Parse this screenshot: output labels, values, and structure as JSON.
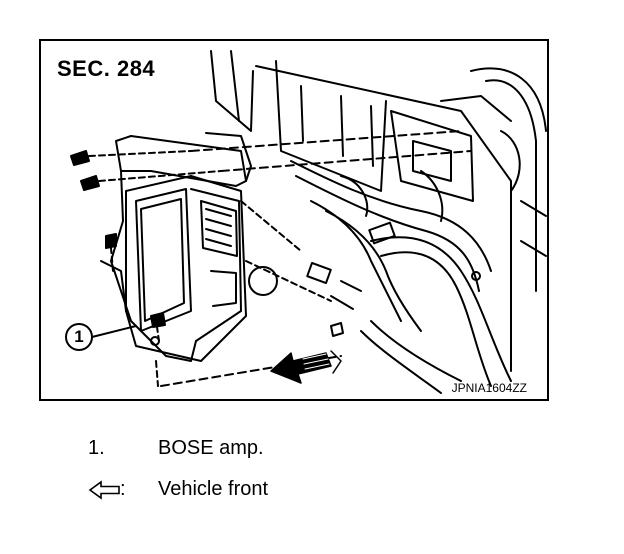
{
  "diagram": {
    "section_label": "SEC. 284",
    "image_code": "JPNIA1604ZZ",
    "callout_number": "1"
  },
  "legend": [
    {
      "key": "1.",
      "text": "BOSE amp."
    },
    {
      "key_icon": "hollow-left-arrow-icon",
      "key_suffix": ":",
      "text": "Vehicle front"
    }
  ]
}
